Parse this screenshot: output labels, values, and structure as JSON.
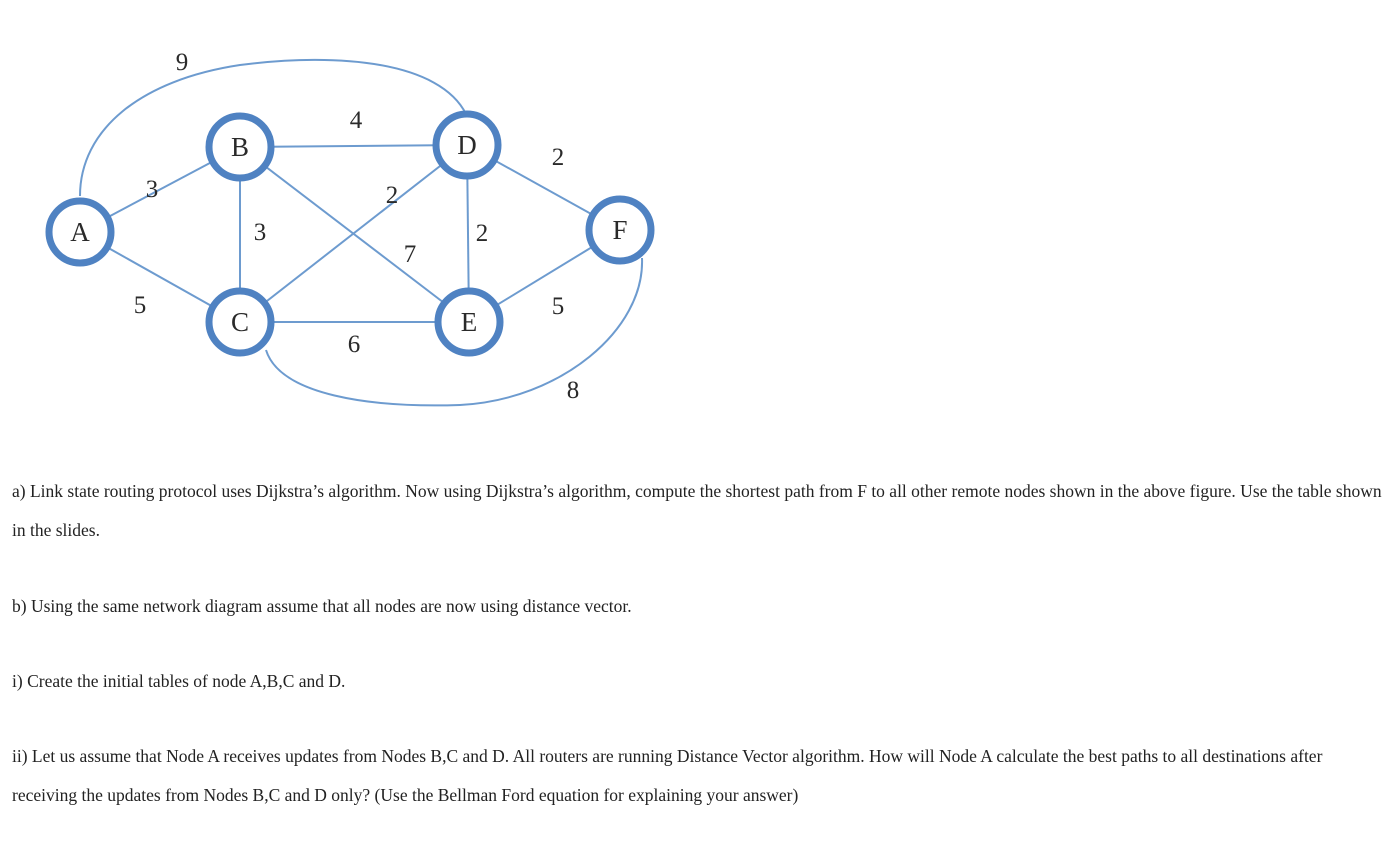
{
  "diagram": {
    "nodes": [
      {
        "id": "A",
        "label": "A"
      },
      {
        "id": "B",
        "label": "B"
      },
      {
        "id": "C",
        "label": "C"
      },
      {
        "id": "D",
        "label": "D"
      },
      {
        "id": "E",
        "label": "E"
      },
      {
        "id": "F",
        "label": "F"
      }
    ],
    "edges": [
      {
        "from": "A",
        "to": "D",
        "weight": "9"
      },
      {
        "from": "A",
        "to": "B",
        "weight": "3"
      },
      {
        "from": "A",
        "to": "C",
        "weight": "5"
      },
      {
        "from": "B",
        "to": "D",
        "weight": "4"
      },
      {
        "from": "B",
        "to": "C",
        "weight": "3"
      },
      {
        "from": "C",
        "to": "D",
        "weight": "2"
      },
      {
        "from": "B",
        "to": "E",
        "weight": "7"
      },
      {
        "from": "D",
        "to": "E",
        "weight": "2"
      },
      {
        "from": "D",
        "to": "F",
        "weight": "2"
      },
      {
        "from": "C",
        "to": "E",
        "weight": "6"
      },
      {
        "from": "E",
        "to": "F",
        "weight": "5"
      },
      {
        "from": "C",
        "to": "F",
        "weight": "8"
      }
    ]
  },
  "questions": {
    "a": "a) Link state routing protocol uses Dijkstra’s algorithm. Now using Dijkstra’s algorithm, compute the shortest path from F to all other remote nodes shown in the above figure. Use the table shown in the slides.",
    "b": "b) Using the same network diagram assume that all nodes are now using distance vector.",
    "b_i": "i) Create the initial tables of node A,B,C and D.",
    "b_ii": "ii) Let us  assume that Node A receives updates from  Nodes B,C and D.  All routers are running Distance Vector algorithm. How will Node A calculate the best paths to all destinations after receiving the updates from Nodes B,C and D only? (Use the Bellman Ford equation for explaining your answer)"
  }
}
